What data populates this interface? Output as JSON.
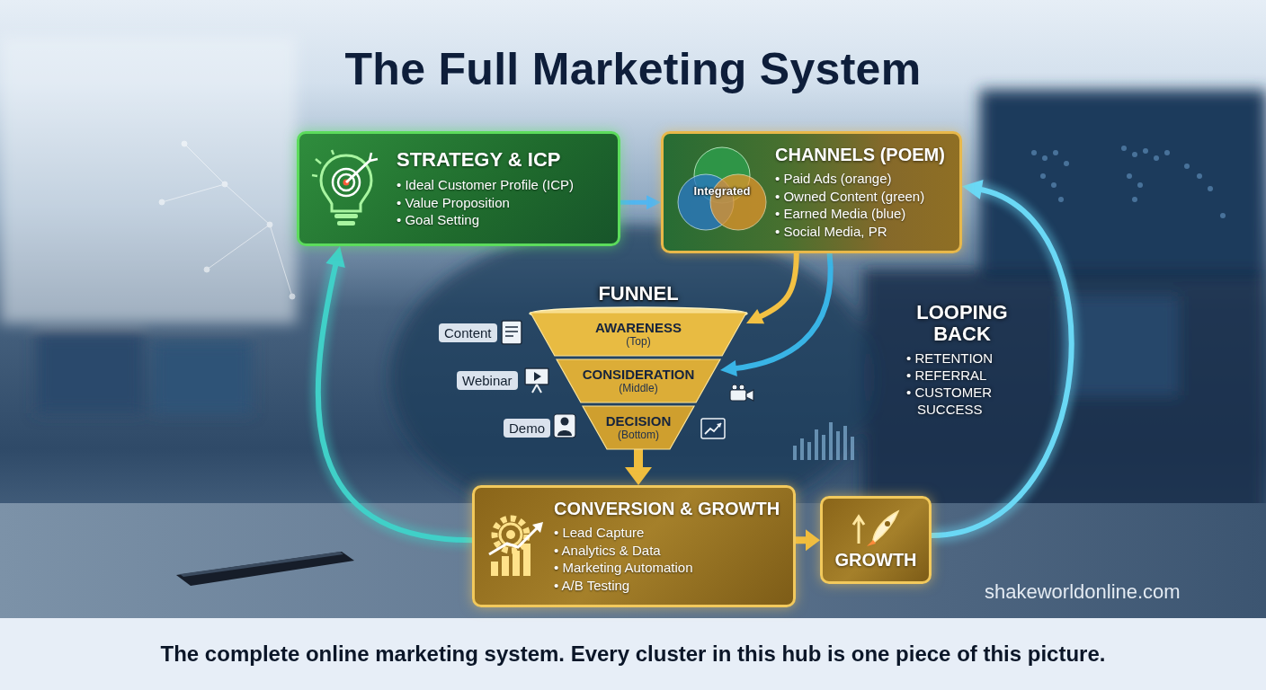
{
  "diagram": {
    "title": "The Full Marketing System",
    "caption": "The complete online marketing system. Every cluster in this hub is one piece of this picture.",
    "nodes": [
      {
        "text": [
          "STRATEGY & ICP",
          "• Ideal Customer Profile (ICP)",
          "• Value Proposition",
          "• Goal Setting"
        ]
      },
      {
        "text": [
          "CHANNELS (POEM)",
          "• Paid Ads (orange)",
          "• Owned Content (green)",
          "• Earned Media (blue)",
          "• Social Media, PR"
        ]
      },
      {
        "text": [
          "Integrated"
        ],
        "in": 1
      },
      {
        "text": [
          "FUNNEL"
        ]
      },
      {
        "text": [
          "AWARENESS",
          "(Top)"
        ],
        "in": 3
      },
      {
        "text": [
          "CONSIDERATION",
          "(Middle)"
        ],
        "in": 3
      },
      {
        "text": [
          "DECISION",
          "(Bottom)"
        ],
        "in": 3
      },
      {
        "text": [
          "CONVERSION & GROWTH",
          "• Lead Capture",
          "• Analytics & Data",
          "• Marketing Automation",
          "• A/B Testing"
        ]
      },
      {
        "text": [
          "GROWTH"
        ]
      }
    ],
    "edges": [
      {
        "from": 0,
        "to": 1,
        "arrow": "to"
      },
      {
        "from": 1,
        "to": 4,
        "arrow": "to"
      },
      {
        "from": 1,
        "to": 5,
        "arrow": "to"
      },
      {
        "from": 6,
        "to": 7,
        "arrow": "to"
      },
      {
        "from": 7,
        "to": 8,
        "arrow": "to"
      },
      {
        "from": 8,
        "to": 1,
        "arrow": "to"
      },
      {
        "from": 7,
        "to": 0,
        "arrow": "to"
      }
    ],
    "labels": [
      "Content",
      "Webinar",
      "Demo",
      "LOOPING BACK",
      "• RETENTION",
      "• REFERRAL",
      "• CUSTOMER SUCCESS",
      "shakeworldonline.com"
    ]
  }
}
